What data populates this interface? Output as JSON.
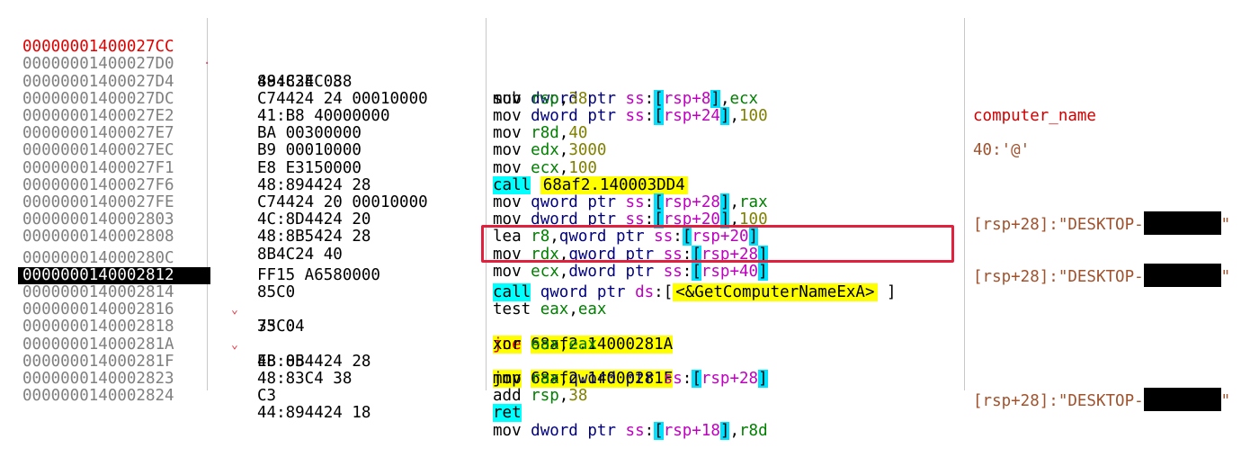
{
  "rows": [
    {
      "addr": "00000001400027CC",
      "bytes": "894C24 08",
      "comment": "computer_name"
    },
    {
      "addr": "00000001400027D0",
      "bytes": "48:83EC 38",
      "comment": ""
    },
    {
      "addr": "00000001400027D4",
      "bytes": "C74424 24 00010000",
      "comment": ""
    },
    {
      "addr": "00000001400027DC",
      "bytes": "41:B8 40000000",
      "comment": "40:'@'"
    },
    {
      "addr": "00000001400027E2",
      "bytes": "BA 00300000",
      "comment": ""
    },
    {
      "addr": "00000001400027E7",
      "bytes": "B9 00010000",
      "comment": ""
    },
    {
      "addr": "00000001400027EC",
      "bytes": "E8 E3150000",
      "comment": ""
    },
    {
      "addr": "00000001400027F1",
      "bytes": "48:894424 28",
      "comment": "[rsp+28]:\"DESKTOP-"
    },
    {
      "addr": "00000001400027F6",
      "bytes": "C74424 20 00010000",
      "comment": ""
    },
    {
      "addr": "00000001400027FE",
      "bytes": "4C:8D4424 20",
      "comment": ""
    },
    {
      "addr": "0000000140002803",
      "bytes": "48:8B5424 28",
      "comment": "[rsp+28]:\"DESKTOP-"
    },
    {
      "addr": "0000000140002808",
      "bytes": "8B4C24 40",
      "comment": ""
    },
    {
      "addr": "000000014000280C",
      "bytes": "FF15 A6580000",
      "comment": ""
    },
    {
      "addr": "0000000140002812",
      "bytes": "85C0",
      "comment": ""
    },
    {
      "addr": "0000000140002814",
      "bytes": "75 04",
      "comment": ""
    },
    {
      "addr": "0000000140002816",
      "bytes": "33C0",
      "comment": ""
    },
    {
      "addr": "0000000140002818",
      "bytes": "EB 05",
      "comment": ""
    },
    {
      "addr": "000000014000281A",
      "bytes": "48:8B4424 28",
      "comment": "[rsp+28]:\"DESKTOP-"
    },
    {
      "addr": "000000014000281F",
      "bytes": "48:83C4 38",
      "comment": ""
    },
    {
      "addr": "0000000140002823",
      "bytes": "C3",
      "comment": ""
    },
    {
      "addr": "0000000140002824",
      "bytes": "44:894424 18",
      "comment": ""
    }
  ],
  "asm": {
    "r0": {
      "mn": "mov",
      "kw": "dword ptr",
      "seg": "ss",
      "mem": "rsp+8",
      "reg": "ecx"
    },
    "r1": {
      "mn": "sub",
      "reg": "rsp",
      "num": "38"
    },
    "r2": {
      "mn": "mov",
      "kw": "dword ptr",
      "seg": "ss",
      "mem": "rsp+24",
      "num": "100"
    },
    "r3": {
      "mn": "mov",
      "reg": "r8d",
      "num": "40"
    },
    "r4": {
      "mn": "mov",
      "reg": "edx",
      "num": "3000"
    },
    "r5": {
      "mn": "mov",
      "reg": "ecx",
      "num": "100"
    },
    "r6": {
      "mn": "call",
      "target": "68af2.140003DD4"
    },
    "r7": {
      "mn": "mov",
      "kw": "qword ptr",
      "seg": "ss",
      "mem": "rsp+28",
      "reg": "rax"
    },
    "r8": {
      "mn": "mov",
      "kw": "dword ptr",
      "seg": "ss",
      "mem": "rsp+20",
      "num": "100"
    },
    "r9": {
      "mn": "lea",
      "reg": "r8",
      "kw": "qword ptr",
      "seg": "ss",
      "mem": "rsp+20"
    },
    "r10": {
      "mn": "mov",
      "reg": "rdx",
      "kw": "qword ptr",
      "seg": "ss",
      "mem": "rsp+28"
    },
    "r11": {
      "mn": "mov",
      "reg": "ecx",
      "kw": "dword ptr",
      "seg": "ss",
      "mem": "rsp+40"
    },
    "r12": {
      "mn": "call",
      "kw": "qword ptr",
      "seg": "ds",
      "target": "<&GetComputerNameExA>"
    },
    "r13": {
      "mn": "test",
      "reg": "eax",
      "reg2": "eax"
    },
    "r14": {
      "mn": "jne",
      "target": "68af2.14000281A"
    },
    "r15": {
      "mn": "xor",
      "reg": "eax",
      "reg2": "eax"
    },
    "r16": {
      "mn": "jmp",
      "target": "68af2.14000281F"
    },
    "r17": {
      "mn": "mov",
      "reg": "rax",
      "kw": "qword ptr",
      "seg": "ss",
      "mem": "rsp+28"
    },
    "r18": {
      "mn": "add",
      "reg": "rsp",
      "num": "38"
    },
    "r19": {
      "mn": "ret"
    },
    "r20": {
      "mn": "mov",
      "kw": "dword ptr",
      "seg": "ss",
      "mem": "rsp+18",
      "reg": "r8d"
    }
  },
  "colors": {
    "highlight_box": "#e0203c",
    "call_bg": "#00ffff",
    "jump_bg": "#ffff00",
    "selected_row_bg": "#000000"
  },
  "selected_row_index": 13,
  "quote_end": "\""
}
